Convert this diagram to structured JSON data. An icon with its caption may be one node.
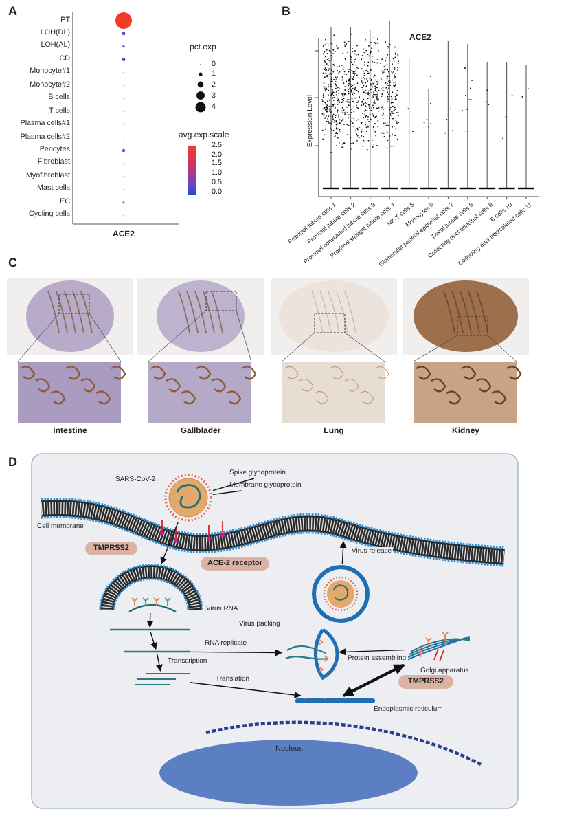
{
  "diagram": {
    "nodes": [
      {
        "text": [],
        "shape": "picture"
      },
      {
        "text": [
          "Spike glycoprotein"
        ]
      },
      {
        "text": [
          "Membrane glycoprotein"
        ]
      },
      {
        "text": [
          "TMPRSS2"
        ]
      },
      {
        "text": [
          "ACE-2 receptor"
        ]
      },
      {
        "text": [],
        "shape": "picture",
        "beside": [
          "Virus RNA"
        ]
      },
      {
        "text": [],
        "shape": "bar"
      },
      {
        "text": [],
        "shape": "bar"
      },
      {
        "text": [],
        "shape": "bar"
      },
      {
        "text": [],
        "shape": "picture",
        "beside": [
          "Virus packing"
        ]
      },
      {
        "text": [],
        "shape": "picture"
      },
      {
        "text": [],
        "shape": "picture",
        "beside": [
          "Golgi apparatus"
        ]
      },
      {
        "text": [
          "TMPRSS2"
        ]
      },
      {
        "text": [],
        "shape": "picture",
        "beside": [
          "Endoplasmic reticulum"
        ]
      },
      {
        "text": [
          "Nucleus"
        ]
      }
    ],
    "edges": [
      {
        "from": 1,
        "to": 0,
        "arrow": "none"
      },
      {
        "from": 2,
        "to": 0,
        "arrow": "none"
      },
      {
        "from": 0,
        "to": 5,
        "arrow": "to"
      },
      {
        "from": 5,
        "to": 6,
        "arrow": "to"
      },
      {
        "from": 6,
        "to": 7,
        "arrow": "to"
      },
      {
        "from": 7,
        "to": 8,
        "arrow": "to",
        "label": "Transcription"
      },
      {
        "from": 7,
        "to": 9,
        "arrow": "to",
        "label": "RNA replicate"
      },
      {
        "from": 8,
        "to": 13,
        "arrow": "to",
        "label": "Translation"
      },
      {
        "from": 11,
        "to": 9,
        "arrow": "to",
        "label": "Protein assembling"
      },
      {
        "from": 11,
        "to": 13,
        "arrow": "both",
        "style": "thick"
      },
      {
        "from": 10,
        "to": null,
        "arrow": "to",
        "label": "Virus release"
      }
    ],
    "labels": [
      "A",
      "PT",
      "LOH(DL)",
      "LOH(AL)",
      "CD",
      "Monocyte#1",
      "Monocyte#2",
      "B cells",
      "T cells",
      "Plasma cells#1",
      "Plasma cells#2",
      "Pericytes",
      "Fibroblast",
      "Myofibroblast",
      "Mast cells",
      "EC",
      "Cycling cells",
      "pct.exp",
      "0",
      "1",
      "2",
      "3",
      "4",
      "avg.exp.scale",
      "2.5",
      "2.0",
      "1.5",
      "1.0",
      "0.5",
      "0.0",
      "ACE2",
      "B",
      "ACE2",
      "Expression Level",
      "Proximal tubule cells 1",
      "Proximal tubule cells 2",
      "Proximal convoluted tubule cells 3",
      "Proximal straight tubule cells 4",
      "NK-T cells 5",
      "Monocytes 6",
      "Glomerular parietal epithelial cells 7",
      "Distal tubule cells 8",
      "Collecting duct principal cells 9",
      "B cells 10",
      "Collecting duct intercalated cells 11",
      "C",
      "Intestine",
      "Gallblader",
      "Lung",
      "Kidney",
      "D",
      "SARS-CoV-2",
      "Cell membrane"
    ]
  }
}
